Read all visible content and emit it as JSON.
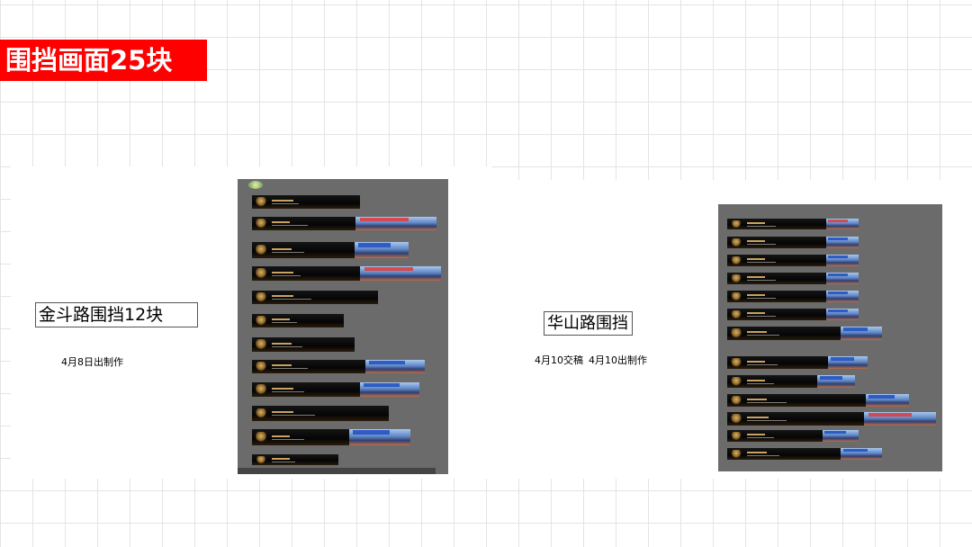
{
  "slide": {
    "title": "围挡画面25块"
  },
  "left_section": {
    "label": "金斗路围挡12块",
    "note": "4月8日出制作"
  },
  "right_section": {
    "label": "华山路围挡",
    "note_submit": "4月10交稿",
    "note_produce": "4月10出制作"
  },
  "icons": {
    "brand_logo": "project-logo-icon"
  }
}
